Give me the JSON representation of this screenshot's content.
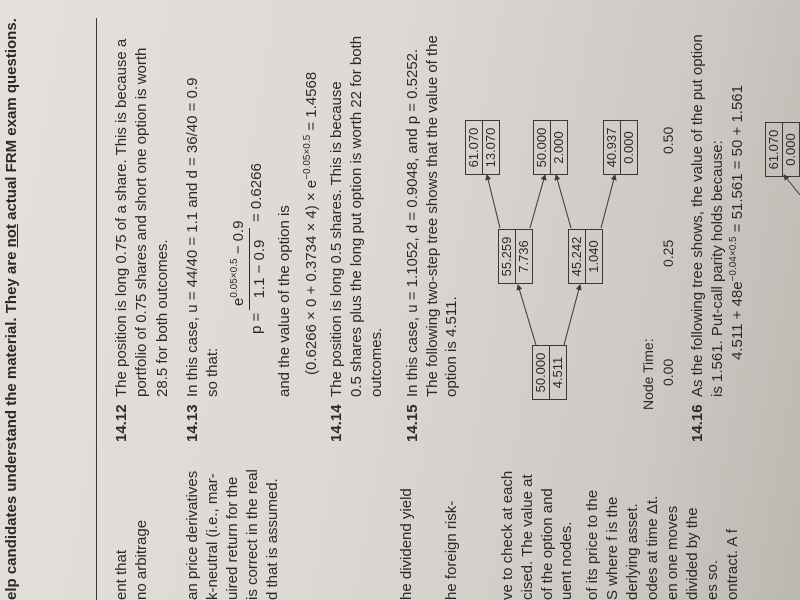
{
  "header": {
    "pre": "elp candidates understand the material. They are ",
    "emph": "not",
    "post": " actual FRM exam questions."
  },
  "left_column": {
    "lines": [
      "ent that",
      "no arbitrage",
      "an price derivatives",
      "k-neutral (i.e., mar-",
      "uired return for the",
      "is correct in the real",
      "d that is assumed.",
      "he dividend yield",
      "he foreign risk-",
      "ve to check at each",
      "cised. The value at",
      "of the option and",
      "uent nodes.",
      "of its price to the",
      "S where f is the",
      "derlying asset.",
      "odes at time Δt.",
      "en one moves",
      "divided by the",
      "es so.",
      "ontract. A f"
    ]
  },
  "answers": {
    "a1412": {
      "number": "14.12",
      "lines": [
        "The position is long 0.75 of a share. This is because a",
        "portfolio of 0.75 shares and short one option is worth",
        "28.5 for both outcomes."
      ]
    },
    "a1413": {
      "number": "14.13",
      "lines": [
        "In this case, u = 44/40 = 1.1 and d = 36/40 = 0.9",
        "so that:"
      ],
      "formula_p": {
        "lhs": "p =",
        "num_base": "e",
        "num_sup": "0.05×0.5",
        "num_rest": " − 0.9",
        "den": "1.1 − 0.9",
        "result": "= 0.6266"
      },
      "value_intro": "and the value of the option is",
      "formula_value": {
        "pre": "(0.6266 × 0 + 0.3734 × 4) × e",
        "sup": "−0.05×0.5",
        "post": " = 1.4568"
      }
    },
    "a1414": {
      "number": "14.14",
      "lines": [
        "The position is long 0.5 shares. This is because",
        "0.5 shares plus the long put option is worth 22 for both",
        "outcomes."
      ]
    },
    "a1415": {
      "number": "14.15",
      "lines": [
        "In this case, u = 1.1052, d = 0.9048, and p = 0.5252.",
        "The following two-step tree shows that the value of the",
        "option is 4.511."
      ],
      "tree": {
        "root": {
          "price": "50.000",
          "value": "4.511"
        },
        "up": {
          "price": "55.259",
          "value": "7.736"
        },
        "down": {
          "price": "45.242",
          "value": "1.040"
        },
        "uu": {
          "price": "61.070",
          "value": "13.070"
        },
        "ud": {
          "price": "50.000",
          "value": "2.000"
        },
        "dd": {
          "price": "40.937",
          "value": "0.000"
        },
        "node_time_label": "Node Time:",
        "times": [
          "0.00",
          "0.25",
          "0.50"
        ]
      }
    },
    "a1416": {
      "number": "14.16",
      "lines": [
        "As the following tree shows, the value of the put option",
        "is 1.561. Put-call parity holds because:"
      ],
      "formula": {
        "pre": "4.511 + 48e",
        "sup": "−0.04×0.5",
        "post": " = 51.561 = 50 + 1.561"
      },
      "tree_partial": {
        "price": "61.070",
        "value": "0.000"
      }
    }
  }
}
